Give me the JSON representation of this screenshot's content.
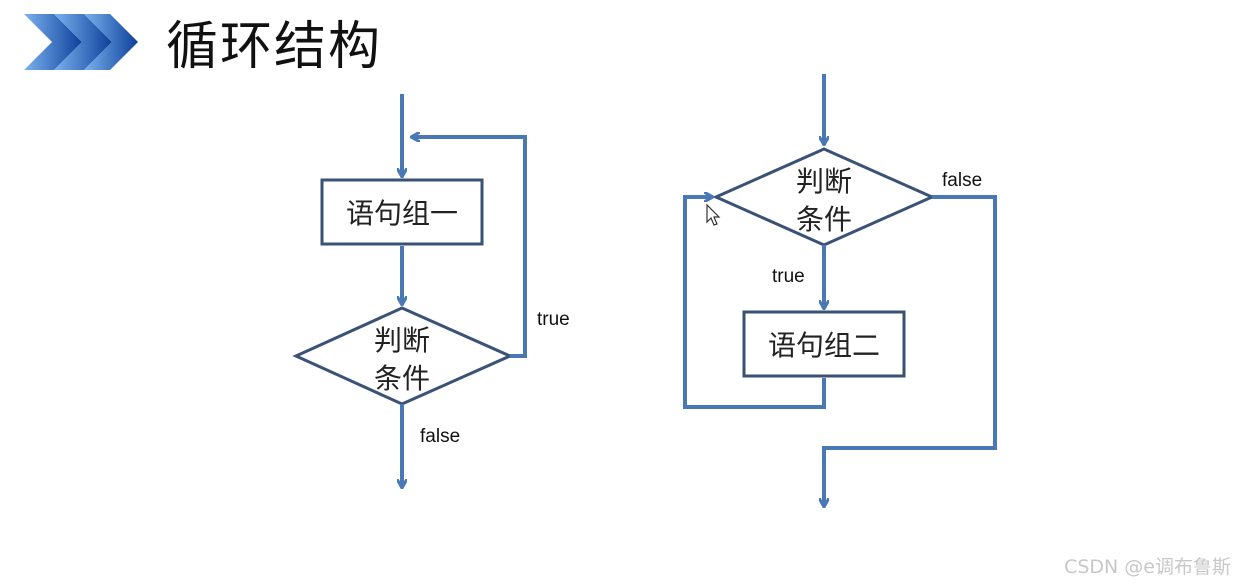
{
  "header": {
    "title": "循环结构",
    "colors": {
      "chevron_dark": "#0d3f9a",
      "chevron_light": "#6fa8e8"
    }
  },
  "colors": {
    "flow_line": "#4a78b4",
    "node_border": "#3a5276"
  },
  "diagrams": [
    {
      "nodes": {
        "statement": "语句组一",
        "condition_line1": "判断",
        "condition_line2": "条件"
      },
      "labels": {
        "true": "true",
        "false": "false"
      }
    },
    {
      "nodes": {
        "condition_line1": "判断",
        "condition_line2": "条件",
        "statement": "语句组二"
      },
      "labels": {
        "false": "false",
        "true": "true"
      }
    }
  ],
  "watermark": "CSDN @e调布鲁斯"
}
